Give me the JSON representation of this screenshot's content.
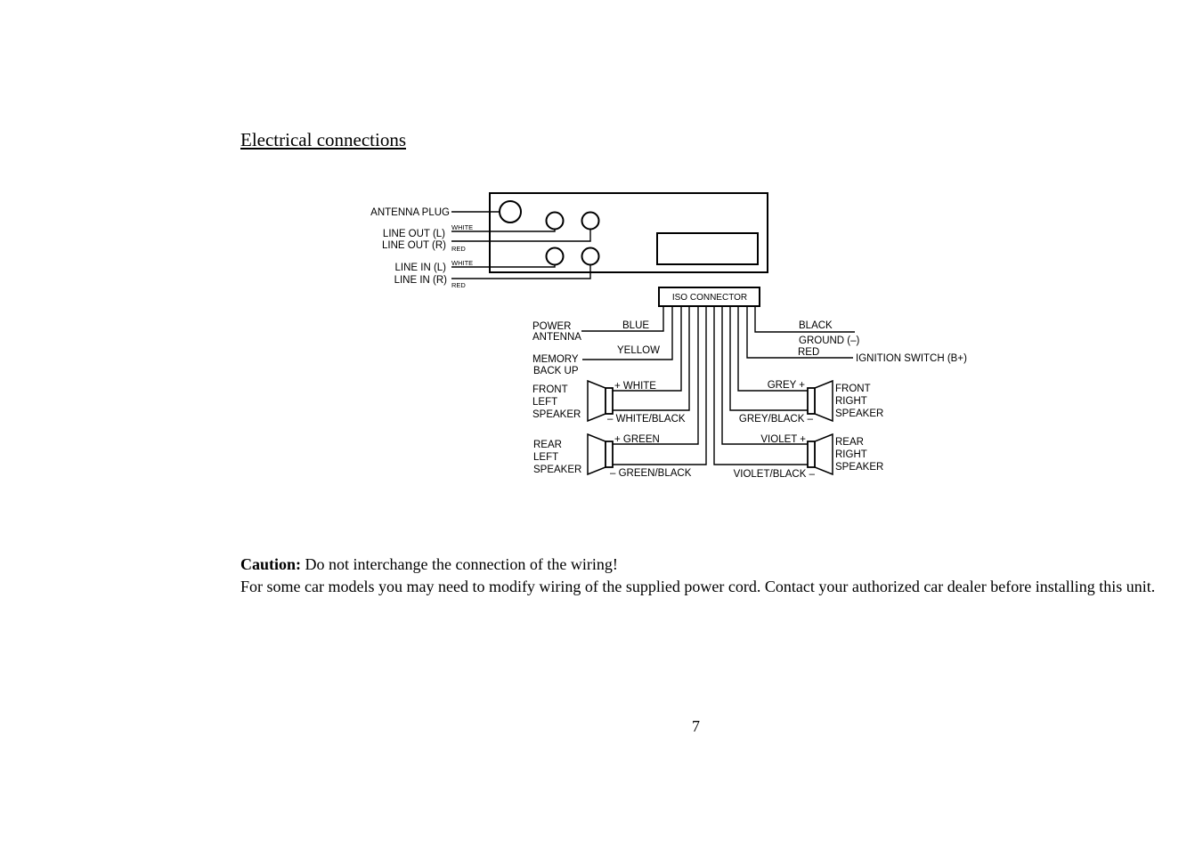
{
  "title": "Electrical connections",
  "diagram": {
    "head_unit": {
      "antenna_plug": "ANTENNA PLUG",
      "line_out_l": "LINE OUT (L)",
      "line_out_r": "LINE OUT (R)",
      "line_in_l": "LINE IN (L)",
      "line_in_r": "LINE IN (R)",
      "white": "WHITE",
      "red": "RED"
    },
    "iso_connector": "ISO CONNECTOR",
    "left": {
      "power": "POWER",
      "antenna": "ANTENNA",
      "blue": "BLUE",
      "memory": "MEMORY",
      "back_up": "BACK UP",
      "yellow": "YELLOW",
      "front": "FRONT",
      "left": "LEFT",
      "speaker": "SPEAKER",
      "plus_white": "+ WHITE",
      "minus_white_black": "– WHITE/BLACK",
      "rear": "REAR",
      "plus_green": "+ GREEN",
      "minus_green_black": "– GREEN/BLACK"
    },
    "right": {
      "black": "BLACK",
      "ground": "GROUND (–)",
      "red": "RED",
      "ignition": "IGNITION SWITCH (B+)",
      "grey_plus": "GREY +",
      "grey_black_minus": "GREY/BLACK –",
      "front": "FRONT",
      "right": "RIGHT",
      "speaker": "SPEAKER",
      "violet_plus": "VIOLET +",
      "violet_black_minus": "VIOLET/BLACK –",
      "rear": "REAR"
    }
  },
  "caution": {
    "label": "Caution:",
    "line1": " Do not interchange the connection of the wiring!",
    "line2": "For some car models you may need to modify wiring of the supplied power cord. Contact your authorized car dealer before installing this unit."
  },
  "page_number": "7"
}
